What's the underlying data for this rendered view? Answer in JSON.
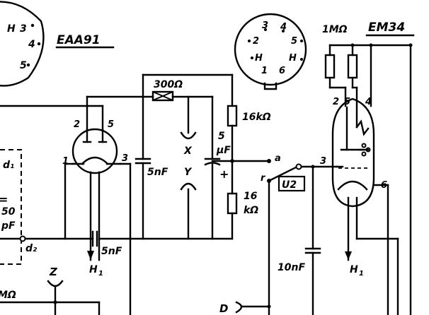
{
  "tubes": {
    "eaa91": {
      "name": "EAA91",
      "pins": {
        "p1": "1",
        "p2": "2",
        "p3": "3",
        "p5": "5"
      }
    },
    "em34": {
      "name": "EM34",
      "pins": {
        "p2": "2",
        "p3": "3",
        "p4": "4",
        "p5": "5",
        "p6": "6"
      }
    }
  },
  "socket_left": {
    "pins": [
      "H",
      "3",
      "4",
      "5"
    ]
  },
  "socket_right": {
    "pins": [
      "3",
      "4",
      "2",
      "5",
      "H",
      "H",
      "1",
      "6"
    ]
  },
  "components": {
    "r_300": "300Ω",
    "r_16k_top": "16kΩ",
    "r_16k_bottom_num": "16",
    "r_16k_bottom_unit": "kΩ",
    "r_1meg": "1MΩ",
    "c_5nf_left": "5nF",
    "c_5nf_bottom": "5nF",
    "c_10nf": "10nF",
    "c_elko_value": "5",
    "c_elko_unit": "µF",
    "elko_polarity": "+",
    "c_left_value": "50",
    "c_left_unit": "pF",
    "c_left_eq": "="
  },
  "nodes": {
    "x": "X",
    "y": "Y",
    "z": "Z",
    "a": "a",
    "r": "r",
    "d": "D",
    "d1": "d₁",
    "d2": "d₂",
    "h1_left": "H",
    "h1_left_sub": "1",
    "h1_right": "H",
    "h1_right_sub": "1",
    "u2": "U2",
    "left_edge_label": "MΩ"
  }
}
